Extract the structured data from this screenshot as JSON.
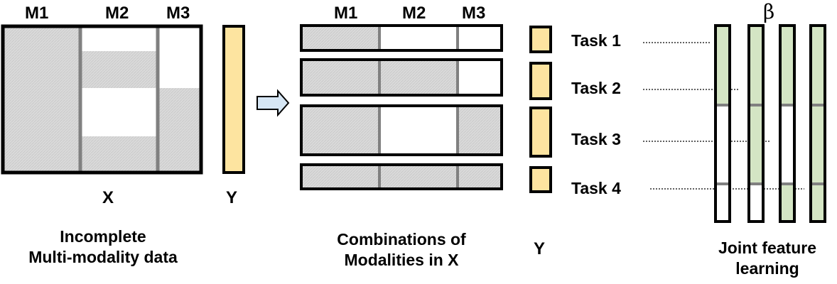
{
  "left_panel": {
    "modalities": [
      "M1",
      "M2",
      "M3"
    ],
    "x_label": "X",
    "y_label": "Y",
    "caption_line1": "Incomplete",
    "caption_line2": "Multi-modality data"
  },
  "middle_panel": {
    "modalities": [
      "M1",
      "M2",
      "M3"
    ],
    "caption_line1": "Combinations of",
    "caption_line2": "Modalities in X",
    "y_label": "Y",
    "combinations": [
      {
        "M1": true,
        "M2": false,
        "M3": false
      },
      {
        "M1": true,
        "M2": true,
        "M3": false
      },
      {
        "M1": true,
        "M2": false,
        "M3": true
      },
      {
        "M1": true,
        "M2": true,
        "M3": true
      }
    ]
  },
  "right_panel": {
    "tasks": [
      "Task 1",
      "Task 2",
      "Task 3",
      "Task 4"
    ],
    "beta_label": "β",
    "caption_line1": "Joint feature",
    "caption_line2": "learning"
  },
  "colors": {
    "filled": "#d9d9d9",
    "empty": "#ffffff",
    "label_fill": "#fde4a0",
    "beta_fill": "#d4e5c4",
    "divider": "#808080",
    "arrow": "#d6e6f4"
  }
}
